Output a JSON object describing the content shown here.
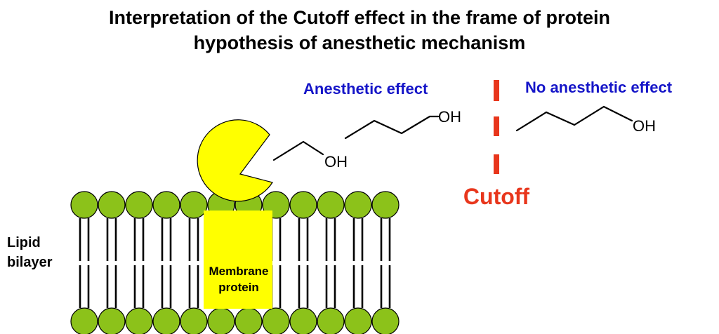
{
  "title": {
    "line1": "Interpretation of the Cutoff effect in the frame of protein",
    "line2": "hypothesis of anesthetic mechanism"
  },
  "labels": {
    "anesthetic_effect": "Anesthetic effect",
    "no_anesthetic_effect": "No anesthetic effect",
    "cutoff": "Cutoff",
    "lipid_bilayer_line1": "Lipid",
    "lipid_bilayer_line2": "bilayer",
    "membrane_protein_line1": "Membrane",
    "membrane_protein_line2": "protein"
  },
  "molecules": {
    "ethanol_oh": "OH",
    "propanol_oh": "OH",
    "butanol_oh": "OH"
  },
  "colors": {
    "lipid_head": "#8cc21a",
    "protein": "#ffff00",
    "effect_text": "#1515c8",
    "cutoff": "#e8361c",
    "ink": "#000000"
  }
}
